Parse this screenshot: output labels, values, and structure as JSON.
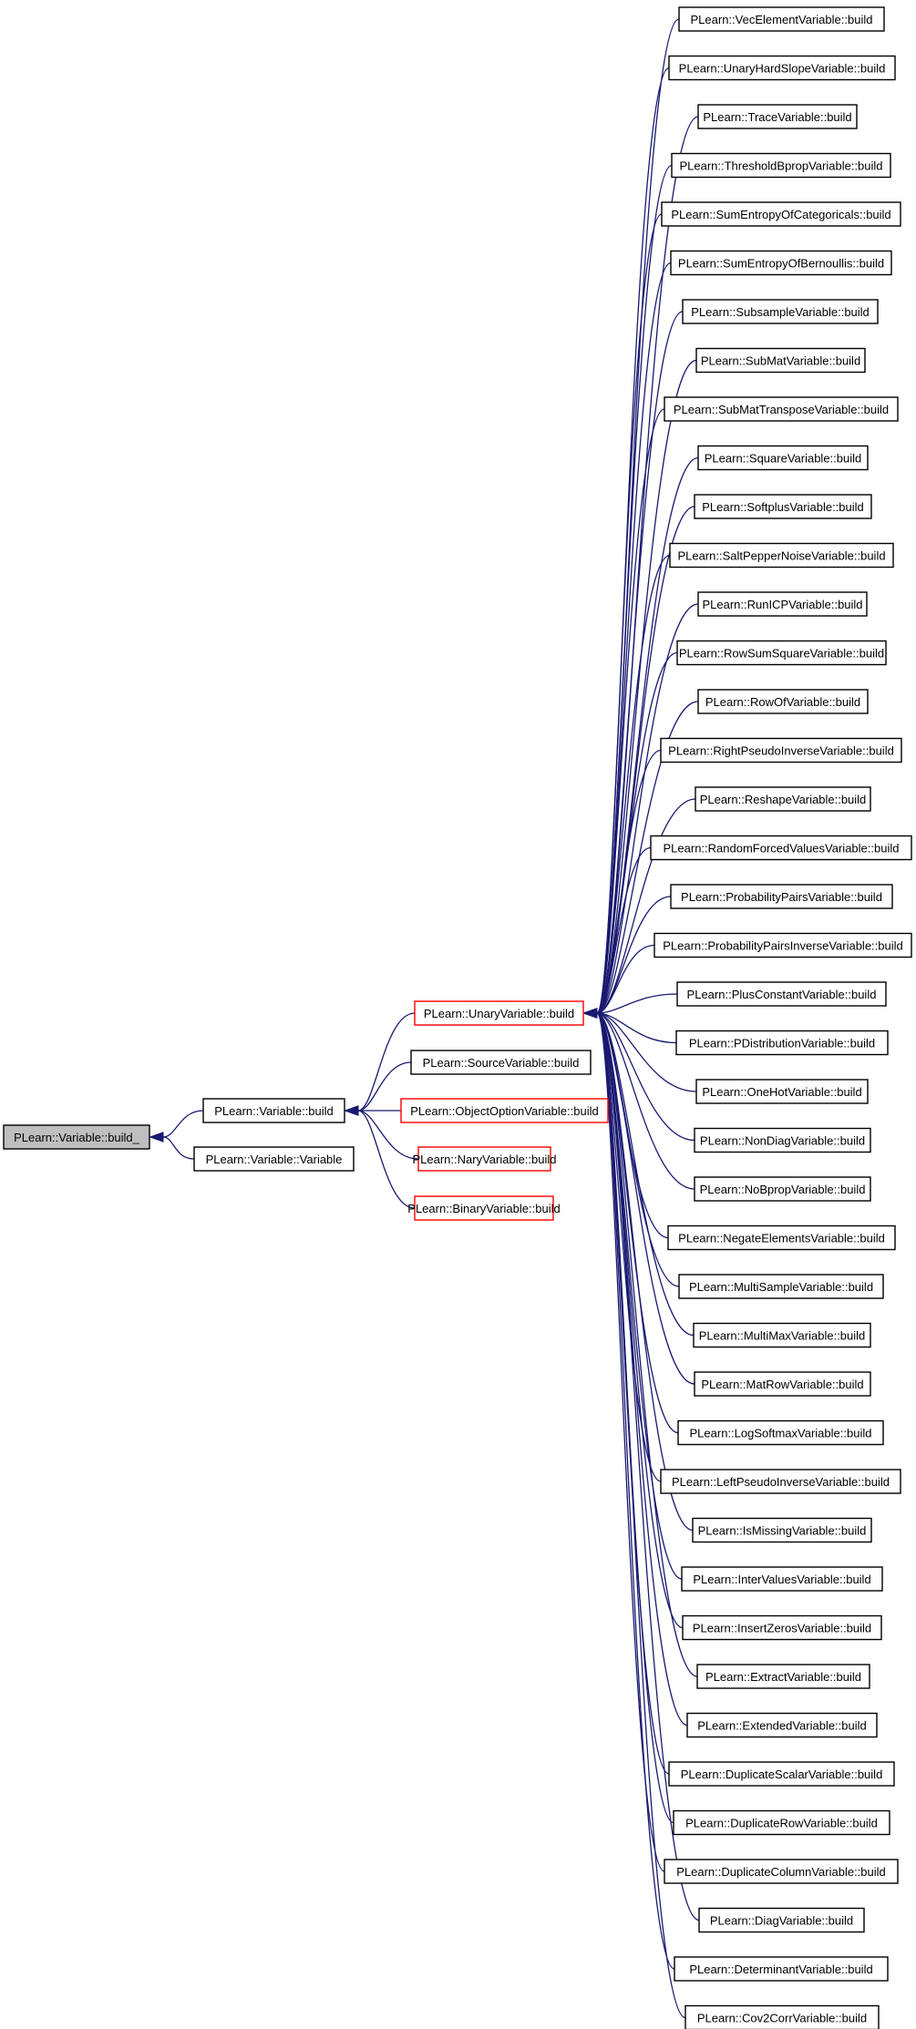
{
  "colors": {
    "edge": "#191970",
    "node_border": "#000000",
    "truncated_border": "#ff0000",
    "focus_fill": "#bfbfbf",
    "node_fill": "#ffffff",
    "text": "#000000"
  },
  "nodes": [
    {
      "id": "n0",
      "label": "PLearn::Variable::build_",
      "style": "focus"
    },
    {
      "id": "n1",
      "label": "PLearn::Variable::build",
      "style": "normal"
    },
    {
      "id": "n2",
      "label": "PLearn::Variable::Variable",
      "style": "normal"
    },
    {
      "id": "n3",
      "label": "PLearn::UnaryVariable::build",
      "style": "truncated"
    },
    {
      "id": "n4",
      "label": "PLearn::SourceVariable::build",
      "style": "normal"
    },
    {
      "id": "n5",
      "label": "PLearn::ObjectOptionVariable::build",
      "style": "truncated"
    },
    {
      "id": "n6",
      "label": "PLearn::NaryVariable::build",
      "style": "truncated"
    },
    {
      "id": "n7",
      "label": "PLearn::BinaryVariable::build",
      "style": "truncated"
    },
    {
      "id": "r0",
      "label": "PLearn::VecElementVariable::build",
      "style": "normal"
    },
    {
      "id": "r1",
      "label": "PLearn::UnaryHardSlopeVariable::build",
      "style": "normal"
    },
    {
      "id": "r2",
      "label": "PLearn::TraceVariable::build",
      "style": "normal"
    },
    {
      "id": "r3",
      "label": "PLearn::ThresholdBpropVariable::build",
      "style": "normal"
    },
    {
      "id": "r4",
      "label": "PLearn::SumEntropyOfCategoricals::build",
      "style": "normal"
    },
    {
      "id": "r5",
      "label": "PLearn::SumEntropyOfBernoullis::build",
      "style": "normal"
    },
    {
      "id": "r6",
      "label": "PLearn::SubsampleVariable::build",
      "style": "normal"
    },
    {
      "id": "r7",
      "label": "PLearn::SubMatVariable::build",
      "style": "normal"
    },
    {
      "id": "r8",
      "label": "PLearn::SubMatTransposeVariable::build",
      "style": "normal"
    },
    {
      "id": "r9",
      "label": "PLearn::SquareVariable::build",
      "style": "normal"
    },
    {
      "id": "r10",
      "label": "PLearn::SoftplusVariable::build",
      "style": "normal"
    },
    {
      "id": "r11",
      "label": "PLearn::SaltPepperNoiseVariable::build",
      "style": "normal"
    },
    {
      "id": "r12",
      "label": "PLearn::RunICPVariable::build",
      "style": "normal"
    },
    {
      "id": "r13",
      "label": "PLearn::RowSumSquareVariable::build",
      "style": "normal"
    },
    {
      "id": "r14",
      "label": "PLearn::RowOfVariable::build",
      "style": "normal"
    },
    {
      "id": "r15",
      "label": "PLearn::RightPseudoInverseVariable::build",
      "style": "normal"
    },
    {
      "id": "r16",
      "label": "PLearn::ReshapeVariable::build",
      "style": "normal"
    },
    {
      "id": "r17",
      "label": "PLearn::RandomForcedValuesVariable::build",
      "style": "normal"
    },
    {
      "id": "r18",
      "label": "PLearn::ProbabilityPairsVariable::build",
      "style": "normal"
    },
    {
      "id": "r19",
      "label": "PLearn::ProbabilityPairsInverseVariable::build",
      "style": "normal"
    },
    {
      "id": "r20",
      "label": "PLearn::PlusConstantVariable::build",
      "style": "normal"
    },
    {
      "id": "r21",
      "label": "PLearn::PDistributionVariable::build",
      "style": "normal"
    },
    {
      "id": "r22",
      "label": "PLearn::OneHotVariable::build",
      "style": "normal"
    },
    {
      "id": "r23",
      "label": "PLearn::NonDiagVariable::build",
      "style": "normal"
    },
    {
      "id": "r24",
      "label": "PLearn::NoBpropVariable::build",
      "style": "normal"
    },
    {
      "id": "r25",
      "label": "PLearn::NegateElementsVariable::build",
      "style": "normal"
    },
    {
      "id": "r26",
      "label": "PLearn::MultiSampleVariable::build",
      "style": "normal"
    },
    {
      "id": "r27",
      "label": "PLearn::MultiMaxVariable::build",
      "style": "normal"
    },
    {
      "id": "r28",
      "label": "PLearn::MatRowVariable::build",
      "style": "normal"
    },
    {
      "id": "r29",
      "label": "PLearn::LogSoftmaxVariable::build",
      "style": "normal"
    },
    {
      "id": "r30",
      "label": "PLearn::LeftPseudoInverseVariable::build",
      "style": "normal"
    },
    {
      "id": "r31",
      "label": "PLearn::IsMissingVariable::build",
      "style": "normal"
    },
    {
      "id": "r32",
      "label": "PLearn::InterValuesVariable::build",
      "style": "normal"
    },
    {
      "id": "r33",
      "label": "PLearn::InsertZerosVariable::build",
      "style": "normal"
    },
    {
      "id": "r34",
      "label": "PLearn::ExtractVariable::build",
      "style": "normal"
    },
    {
      "id": "r35",
      "label": "PLearn::ExtendedVariable::build",
      "style": "normal"
    },
    {
      "id": "r36",
      "label": "PLearn::DuplicateScalarVariable::build",
      "style": "normal"
    },
    {
      "id": "r37",
      "label": "PLearn::DuplicateRowVariable::build",
      "style": "normal"
    },
    {
      "id": "r38",
      "label": "PLearn::DuplicateColumnVariable::build",
      "style": "normal"
    },
    {
      "id": "r39",
      "label": "PLearn::DiagVariable::build",
      "style": "normal"
    },
    {
      "id": "r40",
      "label": "PLearn::DeterminantVariable::build",
      "style": "normal"
    },
    {
      "id": "r41",
      "label": "PLearn::Cov2CorrVariable::build",
      "style": "normal"
    }
  ],
  "edges": [
    [
      "n1",
      "n0"
    ],
    [
      "n2",
      "n0"
    ],
    [
      "n3",
      "n1"
    ],
    [
      "n4",
      "n1"
    ],
    [
      "n5",
      "n1"
    ],
    [
      "n6",
      "n1"
    ],
    [
      "n7",
      "n1"
    ],
    [
      "r0",
      "n3"
    ],
    [
      "r1",
      "n3"
    ],
    [
      "r2",
      "n3"
    ],
    [
      "r3",
      "n3"
    ],
    [
      "r4",
      "n3"
    ],
    [
      "r5",
      "n3"
    ],
    [
      "r6",
      "n3"
    ],
    [
      "r7",
      "n3"
    ],
    [
      "r8",
      "n3"
    ],
    [
      "r9",
      "n3"
    ],
    [
      "r10",
      "n3"
    ],
    [
      "r11",
      "n3"
    ],
    [
      "r12",
      "n3"
    ],
    [
      "r13",
      "n3"
    ],
    [
      "r14",
      "n3"
    ],
    [
      "r15",
      "n3"
    ],
    [
      "r16",
      "n3"
    ],
    [
      "r17",
      "n3"
    ],
    [
      "r18",
      "n3"
    ],
    [
      "r19",
      "n3"
    ],
    [
      "r20",
      "n3"
    ],
    [
      "r21",
      "n3"
    ],
    [
      "r22",
      "n3"
    ],
    [
      "r23",
      "n3"
    ],
    [
      "r24",
      "n3"
    ],
    [
      "r25",
      "n3"
    ],
    [
      "r26",
      "n3"
    ],
    [
      "r27",
      "n3"
    ],
    [
      "r28",
      "n3"
    ],
    [
      "r29",
      "n3"
    ],
    [
      "r30",
      "n3"
    ],
    [
      "r31",
      "n3"
    ],
    [
      "r32",
      "n3"
    ],
    [
      "r33",
      "n3"
    ],
    [
      "r34",
      "n3"
    ],
    [
      "r35",
      "n3"
    ],
    [
      "r36",
      "n3"
    ],
    [
      "r37",
      "n3"
    ],
    [
      "r38",
      "n3"
    ],
    [
      "r39",
      "n3"
    ],
    [
      "r40",
      "n3"
    ],
    [
      "r41",
      "n3"
    ]
  ]
}
